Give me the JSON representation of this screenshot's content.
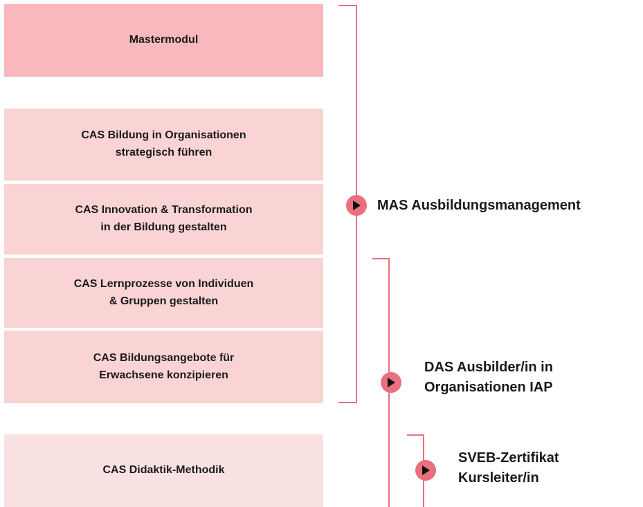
{
  "colors": {
    "mastermodul_bg": "#f8b8bd",
    "cas_bg": "#fad4d4",
    "didaktik_bg": "#fbe2e2",
    "bracket_line": "#e8707f",
    "text": "#1a1a1a"
  },
  "modules": [
    {
      "text": "Mastermodul"
    },
    {
      "text": "CAS Bildung in Organisationen\nstrategisch führen"
    },
    {
      "text": "CAS Innovation & Transformation\nin der Bildung gestalten"
    },
    {
      "text": "CAS Lernprozesse von Individuen\n& Gruppen gestalten"
    },
    {
      "text": "CAS Bildungsangebote für\nErwachsene konzipieren"
    },
    {
      "text": "CAS Didaktik-Methodik"
    }
  ],
  "qualifications": [
    {
      "text": "MAS Ausbildungsmanagement",
      "icon": "play-arrow-icon"
    },
    {
      "text": "DAS Ausbilder/in in\nOrganisationen IAP",
      "icon": "play-arrow-icon"
    },
    {
      "text": "SVEB-Zertifikat\nKursleiter/in",
      "icon": "play-arrow-icon"
    }
  ]
}
